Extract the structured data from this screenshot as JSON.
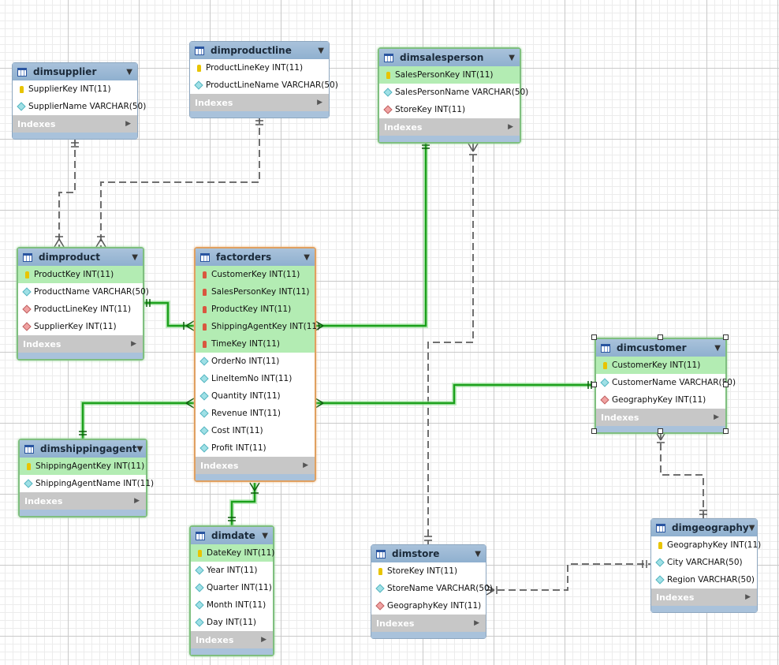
{
  "tables": {
    "dimsupplier": {
      "name": "dimsupplier",
      "columns": [
        {
          "label": "SupplierKey INT(11)",
          "icon": "primary-key-icon"
        },
        {
          "label": "SupplierName VARCHAR(50)",
          "icon": "column-icon"
        }
      ],
      "indexes_label": "Indexes"
    },
    "dimproductline": {
      "name": "dimproductline",
      "columns": [
        {
          "label": "ProductLineKey INT(11)",
          "icon": "primary-key-icon"
        },
        {
          "label": "ProductLineName VARCHAR(50)",
          "icon": "column-icon"
        }
      ],
      "indexes_label": "Indexes"
    },
    "dimsalesperson": {
      "name": "dimsalesperson",
      "columns": [
        {
          "label": "SalesPersonKey INT(11)",
          "icon": "primary-key-icon"
        },
        {
          "label": "SalesPersonName VARCHAR(50)",
          "icon": "column-icon"
        },
        {
          "label": "StoreKey INT(11)",
          "icon": "foreign-key-column-icon"
        }
      ],
      "indexes_label": "Indexes"
    },
    "dimproduct": {
      "name": "dimproduct",
      "columns": [
        {
          "label": "ProductKey INT(11)",
          "icon": "primary-key-icon"
        },
        {
          "label": "ProductName VARCHAR(50)",
          "icon": "column-icon"
        },
        {
          "label": "ProductLineKey INT(11)",
          "icon": "foreign-key-column-icon"
        },
        {
          "label": "SupplierKey INT(11)",
          "icon": "foreign-key-column-icon"
        }
      ],
      "indexes_label": "Indexes"
    },
    "factorders": {
      "name": "factorders",
      "columns": [
        {
          "label": "CustomerKey INT(11)",
          "icon": "foreign-key-icon"
        },
        {
          "label": "SalesPersonKey INT(11)",
          "icon": "foreign-key-icon"
        },
        {
          "label": "ProductKey INT(11)",
          "icon": "foreign-key-icon"
        },
        {
          "label": "ShippingAgentKey INT(11)",
          "icon": "foreign-key-icon"
        },
        {
          "label": "TimeKey INT(11)",
          "icon": "foreign-key-icon"
        },
        {
          "label": "OrderNo INT(11)",
          "icon": "column-icon"
        },
        {
          "label": "LineItemNo INT(11)",
          "icon": "column-icon"
        },
        {
          "label": "Quantity INT(11)",
          "icon": "column-icon"
        },
        {
          "label": "Revenue INT(11)",
          "icon": "column-icon"
        },
        {
          "label": "Cost INT(11)",
          "icon": "column-icon"
        },
        {
          "label": "Profit INT(11)",
          "icon": "column-icon"
        }
      ],
      "indexes_label": "Indexes"
    },
    "dimcustomer": {
      "name": "dimcustomer",
      "columns": [
        {
          "label": "CustomerKey INT(11)",
          "icon": "primary-key-icon"
        },
        {
          "label": "CustomerName VARCHAR(50)",
          "icon": "column-icon"
        },
        {
          "label": "GeographyKey INT(11)",
          "icon": "foreign-key-column-icon"
        }
      ],
      "indexes_label": "Indexes"
    },
    "dimshippingagent": {
      "name": "dimshippingagent",
      "columns": [
        {
          "label": "ShippingAgentKey INT(11)",
          "icon": "primary-key-icon"
        },
        {
          "label": "ShippingAgentName INT(11)",
          "icon": "column-icon"
        }
      ],
      "indexes_label": "Indexes"
    },
    "dimdate": {
      "name": "dimdate",
      "columns": [
        {
          "label": "DateKey INT(11)",
          "icon": "primary-key-icon"
        },
        {
          "label": "Year INT(11)",
          "icon": "column-icon"
        },
        {
          "label": "Quarter INT(11)",
          "icon": "column-icon"
        },
        {
          "label": "Month INT(11)",
          "icon": "column-icon"
        },
        {
          "label": "Day INT(11)",
          "icon": "column-icon"
        }
      ],
      "indexes_label": "Indexes"
    },
    "dimstore": {
      "name": "dimstore",
      "columns": [
        {
          "label": "StoreKey INT(11)",
          "icon": "primary-key-icon"
        },
        {
          "label": "StoreName VARCHAR(50)",
          "icon": "column-icon"
        },
        {
          "label": "GeographyKey INT(11)",
          "icon": "foreign-key-column-icon"
        }
      ],
      "indexes_label": "Indexes"
    },
    "dimgeography": {
      "name": "dimgeography",
      "columns": [
        {
          "label": "GeographyKey INT(11)",
          "icon": "primary-key-icon"
        },
        {
          "label": "City VARCHAR(50)",
          "icon": "column-icon"
        },
        {
          "label": "Region VARCHAR(50)",
          "icon": "column-icon"
        }
      ],
      "indexes_label": "Indexes"
    }
  },
  "colors": {
    "identifying_link": "#1aa01a",
    "non_identifying_link": "#6f6f6f",
    "header": "#9db9d5",
    "selected_row": "#b3ecb3",
    "fact_border": "#e0a060"
  }
}
